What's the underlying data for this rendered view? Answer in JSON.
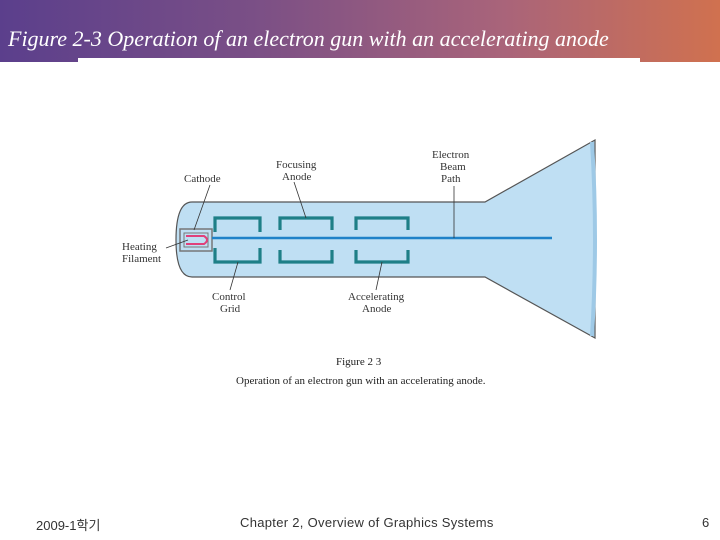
{
  "slide": {
    "title": "Figure 2-3 Operation of an electron gun with an accelerating anode"
  },
  "diagram": {
    "labels": {
      "cathode": "Cathode",
      "focusing_anode_line1": "Focusing",
      "focusing_anode_line2": "Anode",
      "electron_beam_line1": "Electron",
      "electron_beam_line2": "Beam",
      "electron_beam_line3": "Path",
      "heating_filament_line1": "Heating",
      "heating_filament_line2": "Filament",
      "control_grid_line1": "Control",
      "control_grid_line2": "Grid",
      "accelerating_anode_line1": "Accelerating",
      "accelerating_anode_line2": "Anode"
    },
    "colors": {
      "tube_fill": "#bfdff3",
      "electrode": "#1e7f87",
      "beam": "#1f82c8",
      "filament": "#e0407a"
    }
  },
  "caption": {
    "figure_number": "Figure 2 3",
    "text": "Operation of an electron gun with an accelerating anode."
  },
  "footer": {
    "semester": "2009-1학기",
    "chapter": "Chapter 2, Overview of Graphics Systems",
    "page": "6"
  }
}
